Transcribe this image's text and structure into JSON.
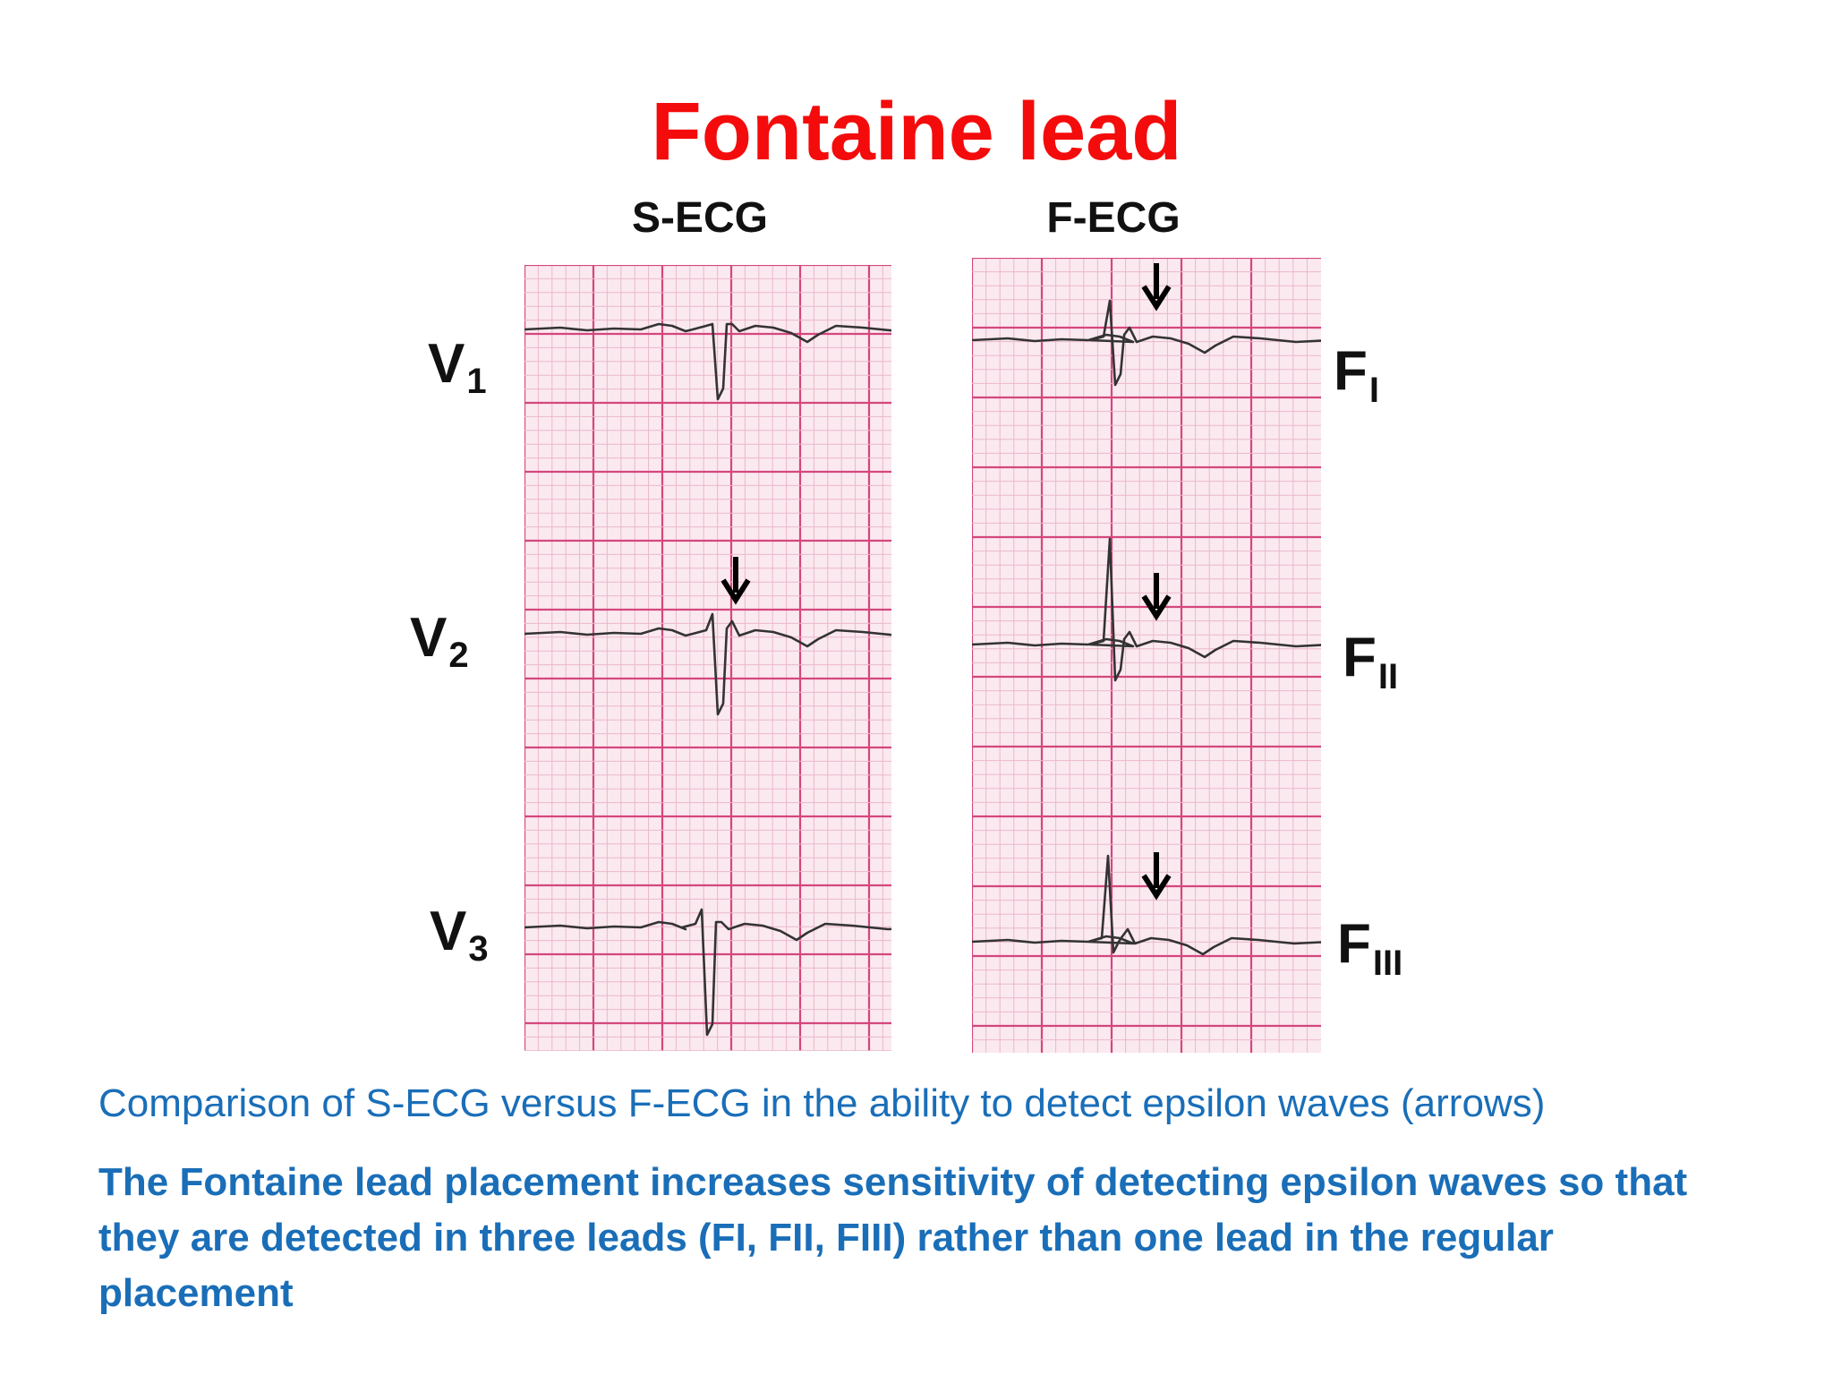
{
  "title": "Fontaine lead",
  "columns": {
    "left": "S-ECG",
    "right": "F-ECG"
  },
  "leads_left": [
    {
      "base": "V",
      "sub": "1"
    },
    {
      "base": "V",
      "sub": "2"
    },
    {
      "base": "V",
      "sub": "3"
    }
  ],
  "leads_right": [
    {
      "base": "F",
      "sub": "I"
    },
    {
      "base": "F",
      "sub": "II"
    },
    {
      "base": "F",
      "sub": "III"
    }
  ],
  "caption": "Comparison of S-ECG versus F-ECG in the ability to detect epsilon waves (arrows)",
  "conclusion": "The Fontaine lead placement increases sensitivity of detecting epsilon waves so that they are detected in three leads (FI, FII, FIII) rather than one lead in the regular placement",
  "colors": {
    "title": "#f40b0b",
    "text_blue": "#1a6eb8",
    "grid_major": "#d4477c",
    "grid_minor": "#ebb7cb",
    "paper": "#fbe9f0",
    "trace": "#333333"
  },
  "arrow_icon": "down-arrow-icon"
}
